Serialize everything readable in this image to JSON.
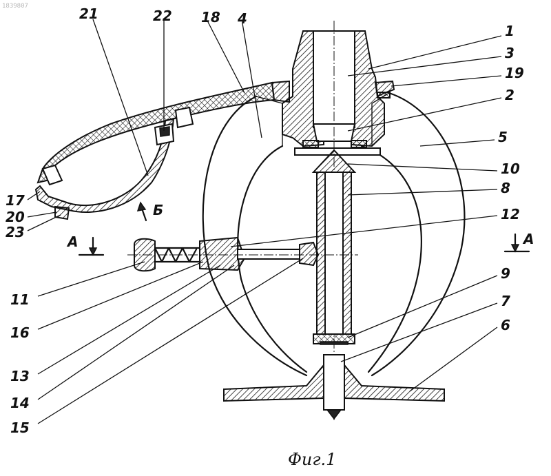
{
  "watermark": "1839807",
  "caption": "Фиг.1",
  "labels": {
    "l1": "1",
    "l2": "2",
    "l3": "3",
    "l4": "4",
    "l5": "5",
    "l6": "6",
    "l7": "7",
    "l8": "8",
    "l9": "9",
    "l10": "10",
    "l11": "11",
    "l12": "12",
    "l13": "13",
    "l14": "14",
    "l15": "15",
    "l16": "16",
    "l17": "17",
    "l18": "18",
    "l19": "19",
    "l20": "20",
    "l21": "21",
    "l22": "22",
    "l23": "23"
  },
  "section": {
    "left": "A",
    "right": "A",
    "view": "Б"
  }
}
